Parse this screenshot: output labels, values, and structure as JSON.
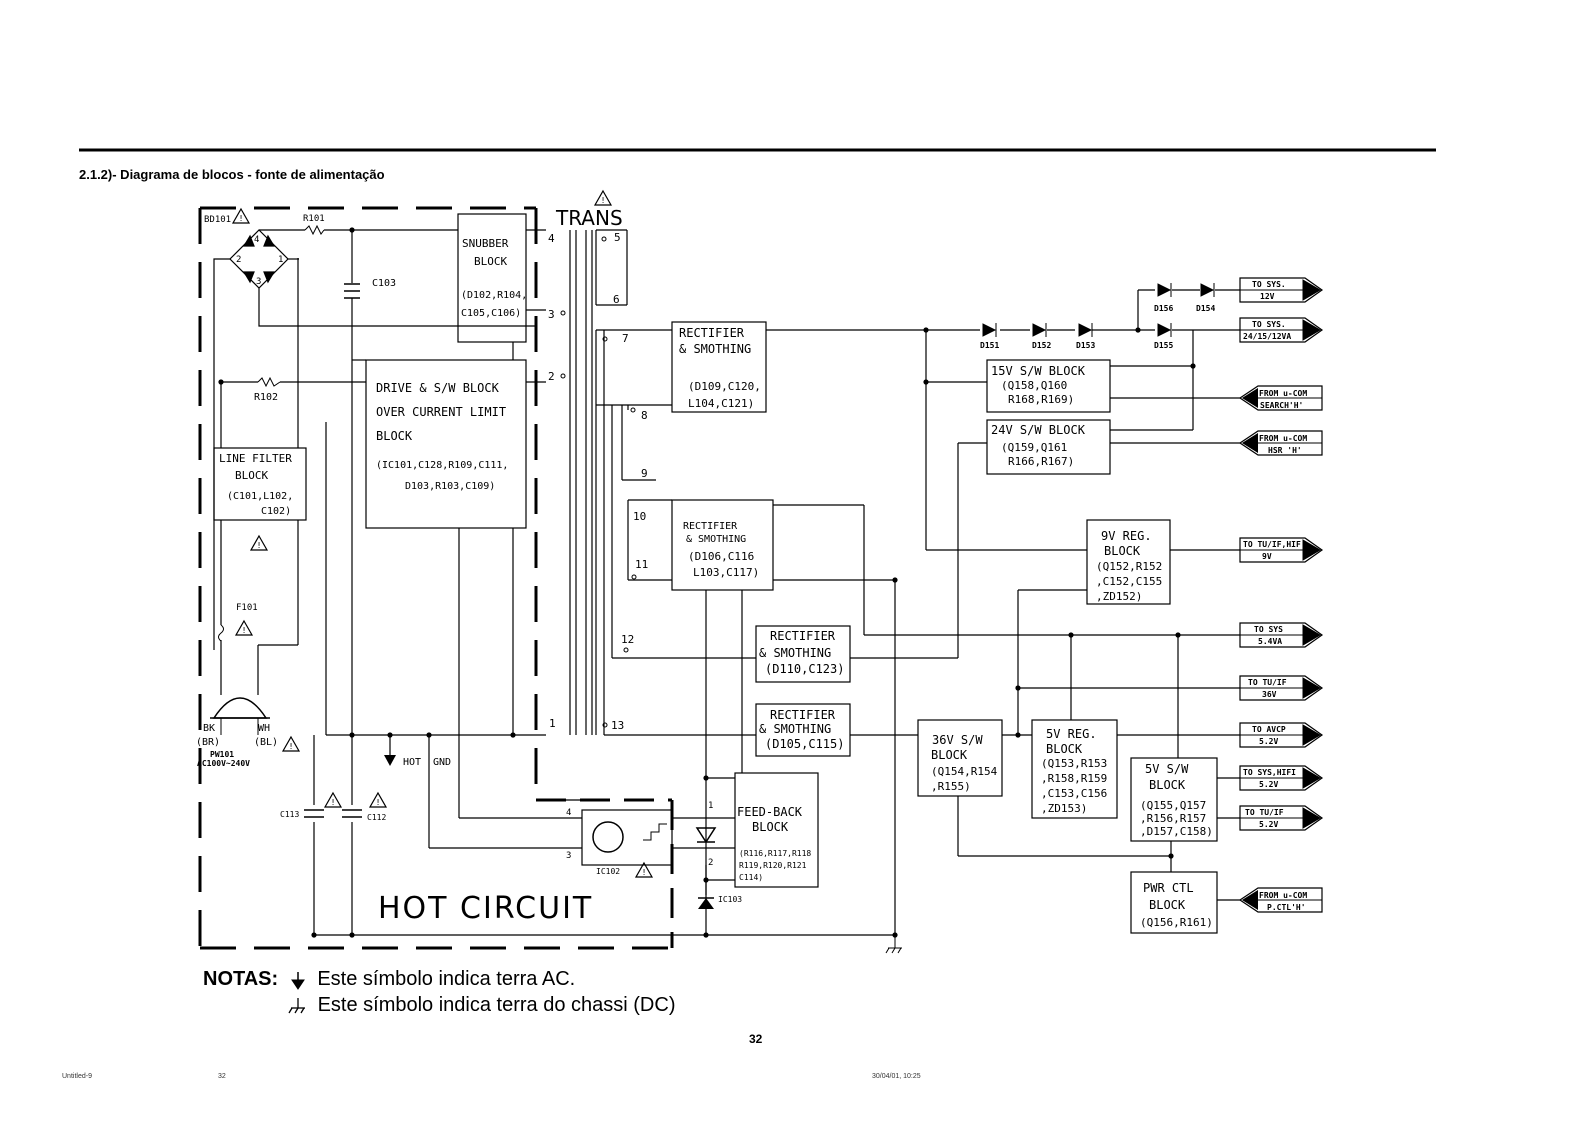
{
  "title": "2.1.2)- Diagrama de blocos - fonte de alimentação",
  "trans_label": "TRANS",
  "hot_circuit": "HOT CIRCUIT",
  "hot_gnd": {
    "hot": "HOT",
    "gnd": "GND"
  },
  "parts": {
    "bd101": "BD101",
    "r101": "R101",
    "r102": "R102",
    "c103": "C103",
    "f101": "F101",
    "c113": "C113",
    "c112": "C112",
    "ic102": "IC102",
    "ic103": "IC103",
    "d151": "D151",
    "d152": "D152",
    "d153": "D153",
    "d154": "D154",
    "d155": "D155",
    "d156": "D156"
  },
  "bridge_pins": [
    "4",
    "2",
    "1",
    "3"
  ],
  "plug": {
    "bk": "BK",
    "br": "(BR)",
    "wh": "WH",
    "bl": "(BL)",
    "name": "PW101",
    "rating": "AC100V~240V"
  },
  "trans_pins": {
    "p4": "4",
    "p5": "5",
    "p6": "6",
    "p3": "3",
    "p2": "2",
    "p7": "7",
    "p8": "8",
    "p9": "9",
    "p10": "10",
    "p11": "11",
    "p12": "12",
    "p1": "1",
    "p13": "13"
  },
  "ic_pins": {
    "p4": "4",
    "p3": "3",
    "p1": "1",
    "p2": "2"
  },
  "blocks": {
    "snubber": [
      "SNUBBER",
      "BLOCK",
      "(D102,R104,",
      "C105,C106)"
    ],
    "drive": [
      "DRIVE & S/W BLOCK",
      "OVER CURRENT LIMIT",
      "BLOCK",
      "(IC101,C128,R109,C111,",
      "D103,R103,C109)"
    ],
    "line_filter": [
      "LINE FILTER",
      "BLOCK",
      "(C101,L102,",
      "C102)"
    ],
    "rect1": [
      "RECTIFIER",
      "& SMOTHING",
      "(D109,C120,",
      "L104,C121)"
    ],
    "rect2": [
      "RECTIFIER",
      "& SMOTHING",
      "(D106,C116",
      "L103,C117)"
    ],
    "rect3": [
      "RECTIFIER",
      "& SMOTHING",
      "(D110,C123)"
    ],
    "rect4": [
      "RECTIFIER",
      "& SMOTHING",
      "(D105,C115)"
    ],
    "feedback": [
      "FEED-BACK",
      "BLOCK",
      "(R116,R117,R118",
      "R119,R120,R121",
      "C114)"
    ],
    "sw15": [
      "15V S/W BLOCK",
      "(Q158,Q160",
      "R168,R169)"
    ],
    "sw24": [
      "24V S/W BLOCK",
      "(Q159,Q161",
      "R166,R167)"
    ],
    "reg9": [
      "9V REG.",
      "BLOCK",
      "(Q152,R152",
      ",C152,C155",
      ",ZD152)"
    ],
    "sw36": [
      "36V S/W",
      "BLOCK",
      "(Q154,R154",
      ",R155)"
    ],
    "reg5": [
      "5V REG.",
      "BLOCK",
      "(Q153,R153",
      ",R158,R159",
      ",C153,C156",
      ",ZD153)"
    ],
    "sw5": [
      "5V S/W",
      "BLOCK",
      "(Q155,Q157",
      ",R156,R157",
      ",D157,C158)"
    ],
    "pwrctl": [
      "PWR CTL",
      "BLOCK",
      "(Q156,R161)"
    ]
  },
  "outputs": [
    [
      "TO SYS.",
      "12V"
    ],
    [
      "TO SYS.",
      "24/15/12VA"
    ],
    [
      "TO TU/IF,HIF",
      "9V"
    ],
    [
      "TO SYS",
      "5.4VA"
    ],
    [
      "TO TU/IF",
      "36V"
    ],
    [
      "TO AVCP",
      "5.2V"
    ],
    [
      "TO SYS,HIFI",
      "5.2V"
    ],
    [
      "TO TU/IF",
      "5.2V"
    ]
  ],
  "inputs": [
    [
      "FROM u-COM",
      "SEARCH'H'"
    ],
    [
      "FROM u-COM",
      "HSR 'H'"
    ],
    [
      "FROM u-COM",
      "P.CTL'H'"
    ]
  ],
  "notes": {
    "label": "NOTAS:",
    "ac": "Este símbolo indica terra AC.",
    "dc": "Este símbolo indica terra do chassi (DC)"
  },
  "page_number": "32",
  "footer": {
    "file": "Untitled-9",
    "page": "32",
    "stamp": "30/04/01, 10:25"
  }
}
